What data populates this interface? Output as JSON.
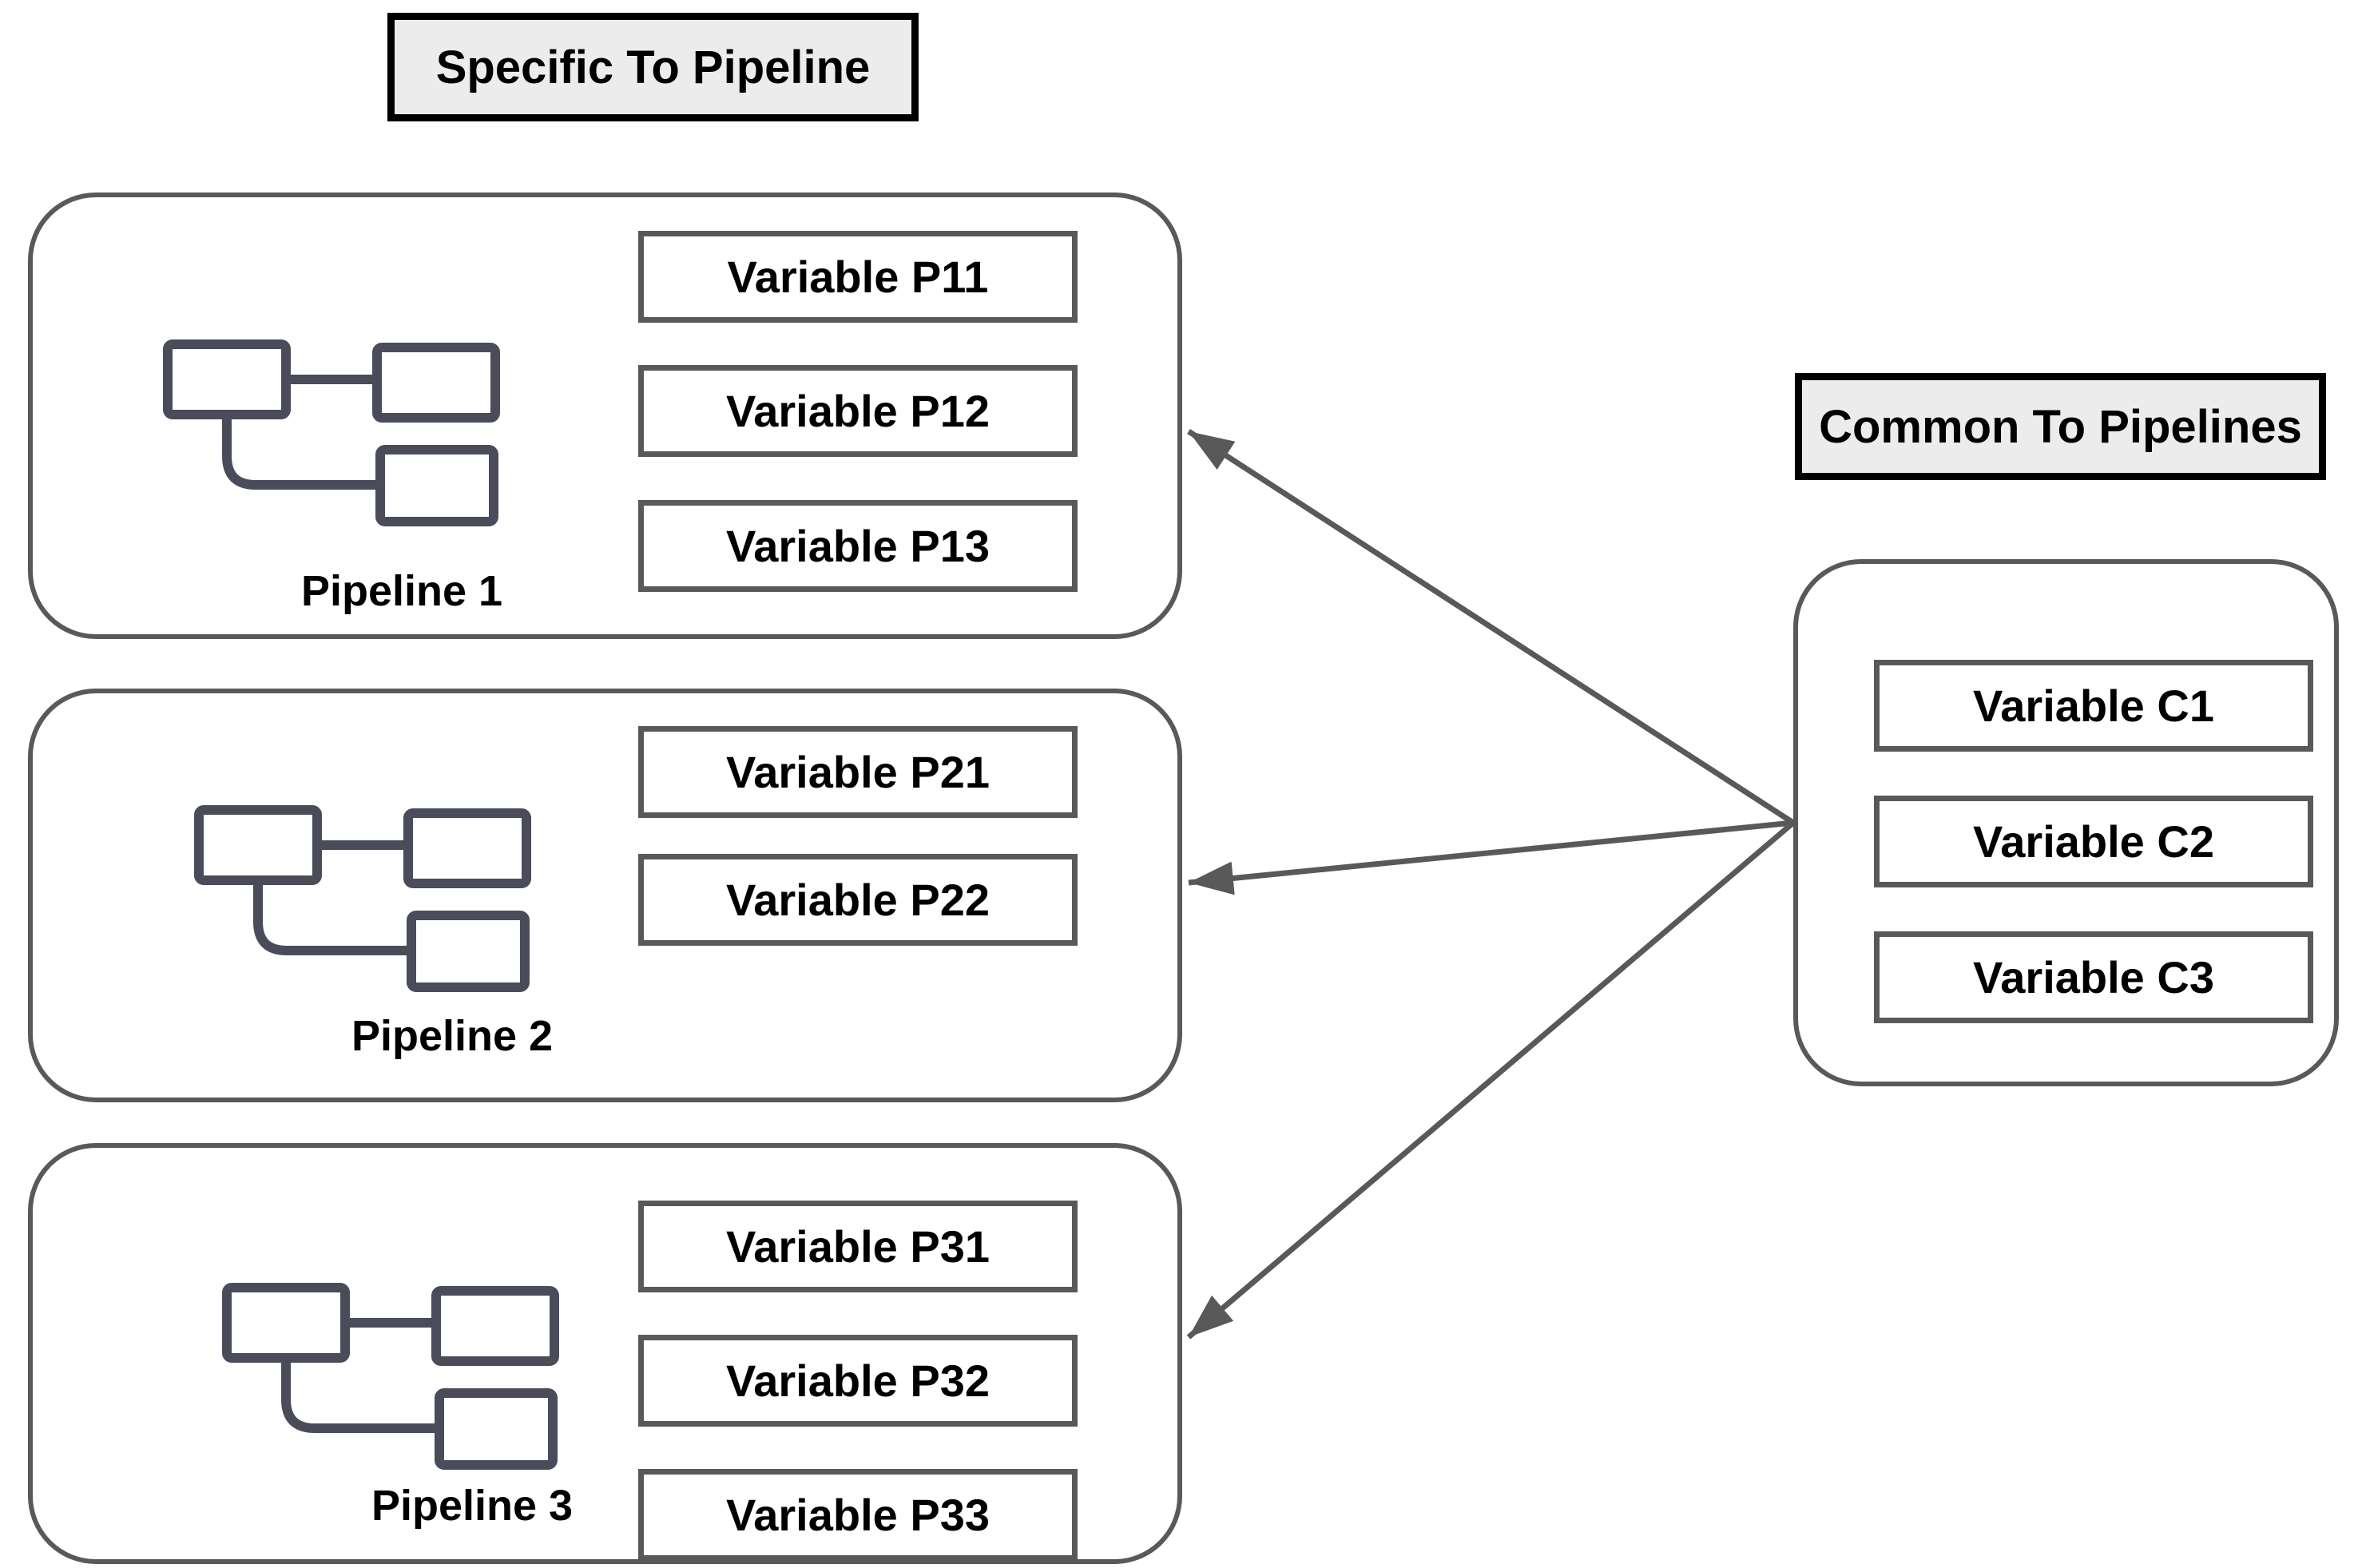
{
  "headers": {
    "specific": {
      "label": "Specific To Pipeline"
    },
    "common": {
      "label": "Common To Pipelines"
    }
  },
  "pipelines": [
    {
      "label": "Pipeline 1",
      "variables": [
        "Variable P11",
        "Variable P12",
        "Variable P13"
      ]
    },
    {
      "label": "Pipeline 2",
      "variables": [
        "Variable P21",
        "Variable P22"
      ]
    },
    {
      "label": "Pipeline 3",
      "variables": [
        "Variable P31",
        "Variable P32",
        "Variable P33"
      ]
    }
  ],
  "common_box": {
    "variables": [
      "Variable C1",
      "Variable C2",
      "Variable C3"
    ]
  },
  "colors": {
    "border_gray": "#595959",
    "header_fill": "#ececec",
    "header_border": "#000000",
    "icon_color": "#4a4c5a",
    "text_color": "#000000",
    "arrow_color": "#595959",
    "background": "#ffffff"
  }
}
